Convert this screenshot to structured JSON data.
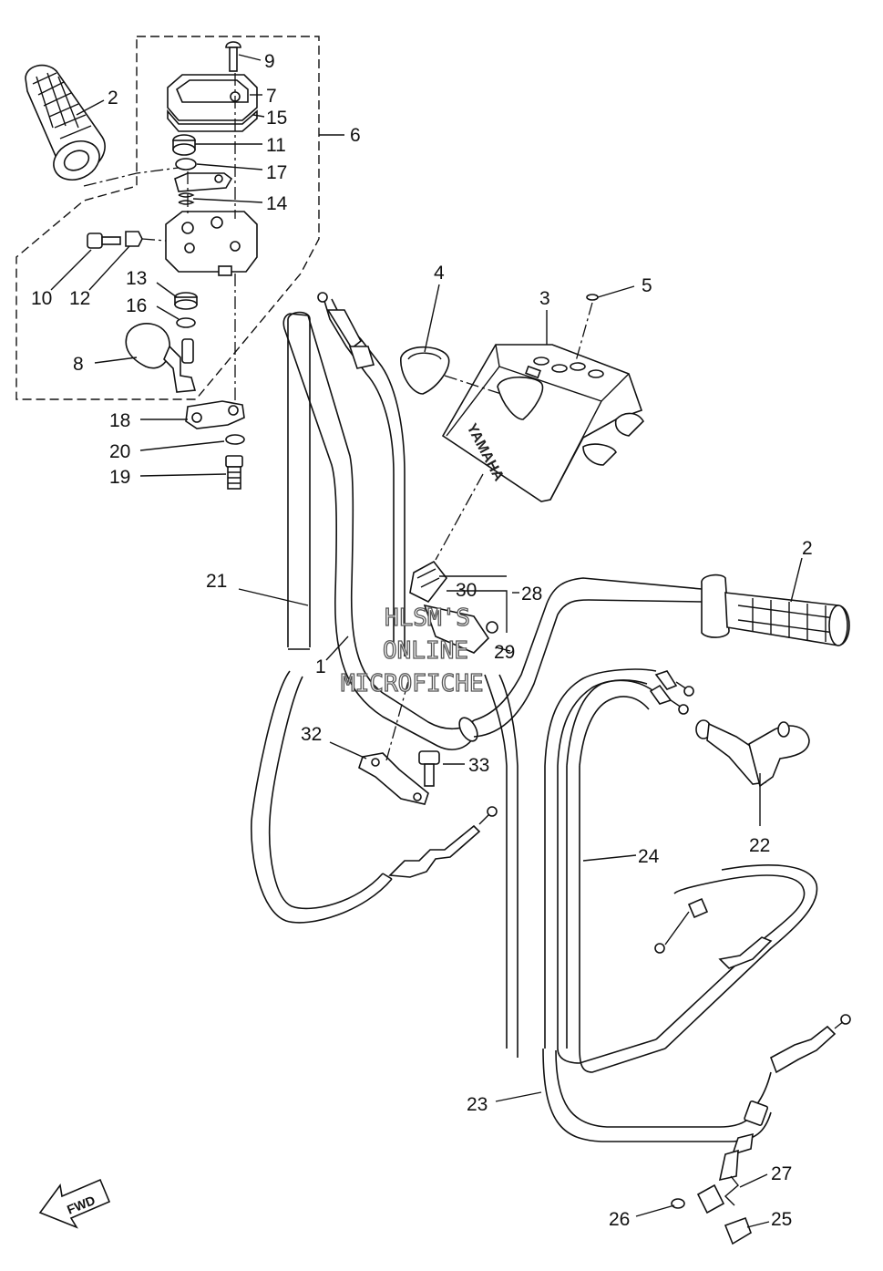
{
  "diagram": {
    "callouts": [
      {
        "id": "c2a",
        "label": "2"
      },
      {
        "id": "c9",
        "label": "9"
      },
      {
        "id": "c7",
        "label": "7"
      },
      {
        "id": "c15",
        "label": "15"
      },
      {
        "id": "c6",
        "label": "6"
      },
      {
        "id": "c11",
        "label": "11"
      },
      {
        "id": "c17",
        "label": "17"
      },
      {
        "id": "c14",
        "label": "14"
      },
      {
        "id": "c10",
        "label": "10"
      },
      {
        "id": "c12",
        "label": "12"
      },
      {
        "id": "c13",
        "label": "13"
      },
      {
        "id": "c16",
        "label": "16"
      },
      {
        "id": "c8",
        "label": "8"
      },
      {
        "id": "c18",
        "label": "18"
      },
      {
        "id": "c20",
        "label": "20"
      },
      {
        "id": "c19",
        "label": "19"
      },
      {
        "id": "c4",
        "label": "4"
      },
      {
        "id": "c3",
        "label": "3"
      },
      {
        "id": "c5",
        "label": "5"
      },
      {
        "id": "c2b",
        "label": "2"
      },
      {
        "id": "c21",
        "label": "21"
      },
      {
        "id": "c30",
        "label": "30"
      },
      {
        "id": "c28",
        "label": "28"
      },
      {
        "id": "c1",
        "label": "1"
      },
      {
        "id": "c29",
        "label": "29"
      },
      {
        "id": "c32",
        "label": "32"
      },
      {
        "id": "c33",
        "label": "33"
      },
      {
        "id": "c22",
        "label": "22"
      },
      {
        "id": "c24",
        "label": "24"
      },
      {
        "id": "c23",
        "label": "23"
      },
      {
        "id": "c27",
        "label": "27"
      },
      {
        "id": "c26",
        "label": "26"
      },
      {
        "id": "c25",
        "label": "25"
      }
    ],
    "brand_label": "YAMAHA",
    "fwd_label": "FWD",
    "watermark": [
      "HLSM'S",
      "ONLINE",
      "MICROFICHE"
    ]
  }
}
